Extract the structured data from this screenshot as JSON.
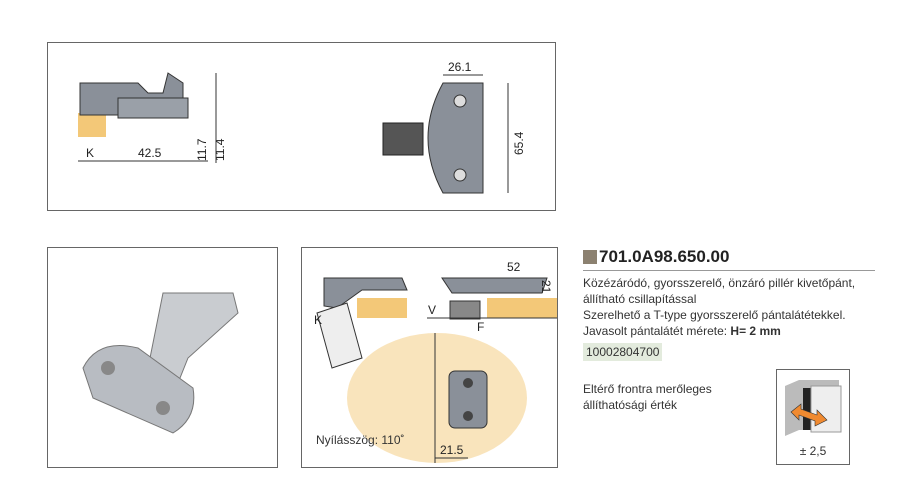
{
  "top_drawing": {
    "dims": {
      "k": "K",
      "a": "42.5",
      "b": "11.7",
      "c": "11.4",
      "width": "26.1",
      "height": "65.4"
    }
  },
  "side_drawing": {
    "dims": {
      "k": "K",
      "v": "V",
      "f": "F",
      "d52": "52",
      "d21": "21",
      "d215": "21.5"
    },
    "opening_angle": "Nyílásszög: 110˚"
  },
  "product": {
    "code": "701.0A98.650.00",
    "desc_lines": [
      "Közézáródó, gyorsszerelő, önzáró pillér kivetőpánt,",
      "állítható csillapítással",
      "Szerelhető a T-type gyorsszerelő pántalátétekkel."
    ],
    "plate_label": "Javasolt pántalátét mérete: ",
    "plate_value": "H= 2 mm",
    "article_no": "10002804700",
    "adjust_lines": [
      "Eltérő frontra merőleges",
      "állíthatósági érték"
    ],
    "adjust_value": "± 2,5",
    "accent": "#8c8170"
  }
}
